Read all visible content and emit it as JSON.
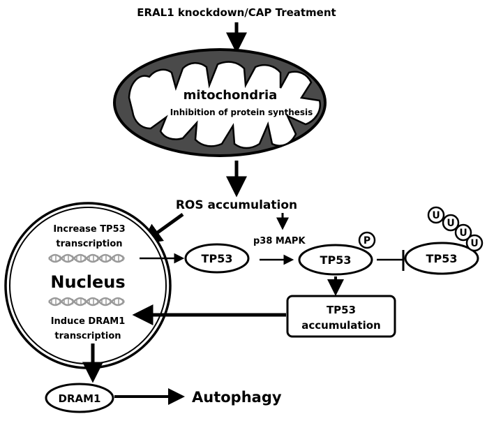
{
  "trigger": "ERAL1 knockdown/CAP Treatment",
  "mitochondria": {
    "title": "mitochondria",
    "subtitle": "Inhibition of protein synthesis"
  },
  "ros": "ROS accumulation",
  "nucleus": {
    "title": "Nucleus",
    "increase_line1": "Increase TP53",
    "increase_line2": "transcription",
    "induce_line1": "Induce DRAM1",
    "induce_line2": "transcription"
  },
  "kinase": "p38 MAPK",
  "tp53_label": "TP53",
  "phospho_mark": "P",
  "ubiquitin_mark": "U",
  "accumulation": {
    "line1": "TP53",
    "line2": "accumulation"
  },
  "dram1": "DRAM1",
  "autophagy": "Autophagy",
  "colors": {
    "mito_outer": "#4a4a4a",
    "dna": "#9a9a9a",
    "stroke": "#000000"
  }
}
